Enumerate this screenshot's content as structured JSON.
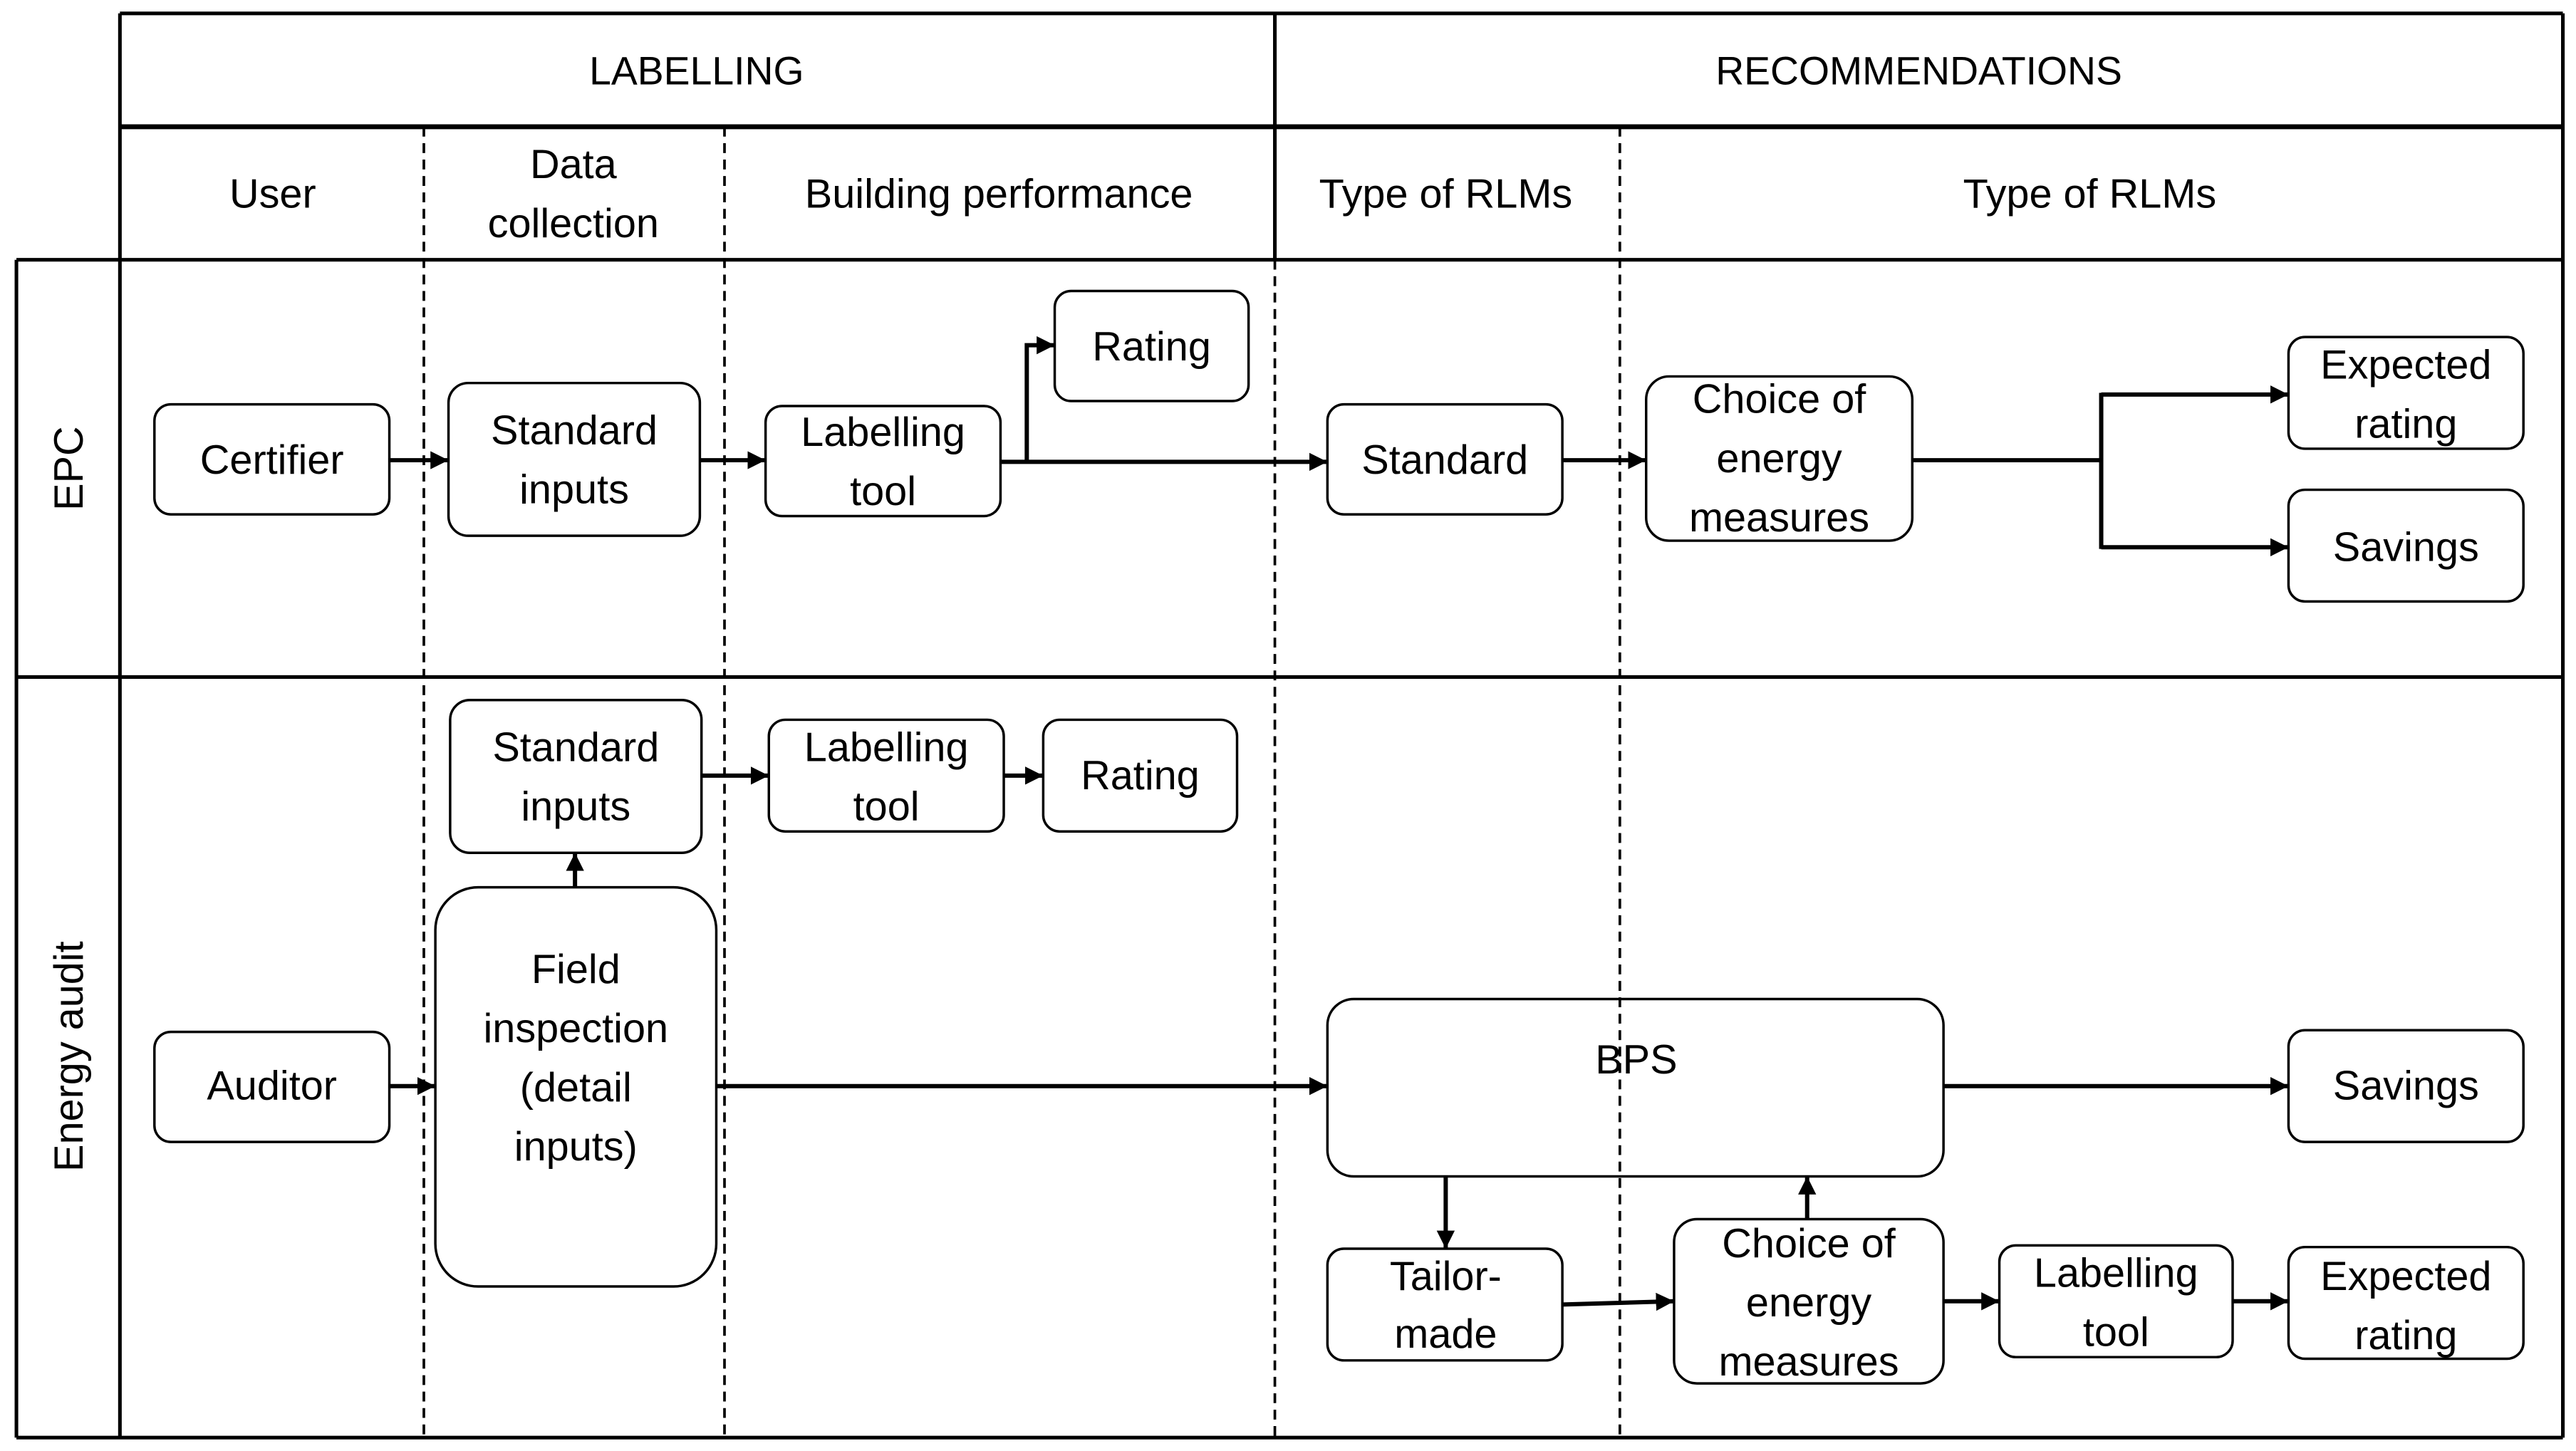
{
  "header": {
    "labelling": "LABELLING",
    "recommendations": "RECOMMENDATIONS"
  },
  "columns": {
    "user": "User",
    "data_collection": [
      "Data",
      "collection"
    ],
    "building_performance": "Building performance",
    "type_of_rlms_standard": "Type of RLMs",
    "type_of_rlms_measures": "Type of RLMs"
  },
  "rows": {
    "epc": "EPC",
    "energy_audit": "Energy audit"
  },
  "epc": {
    "certifier": "Certifier",
    "standard_inputs": [
      "Standard",
      "inputs"
    ],
    "labelling_tool": [
      "Labelling",
      "tool"
    ],
    "rating": "Rating",
    "standard": "Standard",
    "choice_of_energy_measures": [
      "Choice of",
      "energy",
      "measures"
    ],
    "expected_rating": [
      "Expected",
      "rating"
    ],
    "savings": "Savings"
  },
  "energy_audit": {
    "standard_inputs": [
      "Standard",
      "inputs"
    ],
    "labelling_tool": [
      "Labelling",
      "tool"
    ],
    "rating": "Rating",
    "auditor": "Auditor",
    "field_inspection": [
      "Field",
      "inspection",
      "(detail",
      "inputs)"
    ],
    "bps": "BPS",
    "savings": "Savings",
    "tailor_made": [
      "Tailor-",
      "made"
    ],
    "choice_of_energy_measures": [
      "Choice of",
      "energy",
      "measures"
    ],
    "labelling_tool_recommendation": [
      "Labelling",
      "tool"
    ],
    "expected_rating": [
      "Expected",
      "rating"
    ]
  },
  "colors": {
    "line": "#000000",
    "background": "#ffffff"
  }
}
